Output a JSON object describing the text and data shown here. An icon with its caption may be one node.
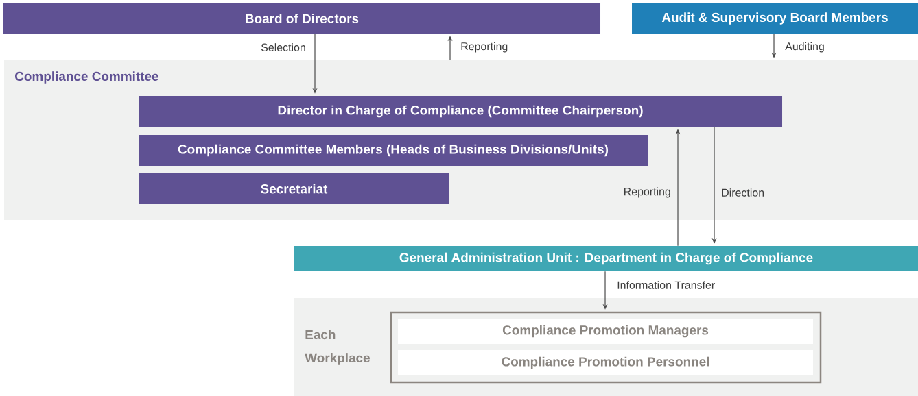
{
  "diagram": {
    "nodes": [
      {
        "text": [
          "Board of Directors"
        ]
      },
      {
        "text": [
          "Audit & Supervisory Board Members"
        ]
      },
      {
        "text": [
          "Compliance Committee"
        ]
      },
      {
        "text": [
          "Director in Charge of Compliance (Committee Chairperson)"
        ],
        "in": 2
      },
      {
        "text": [
          "Compliance Committee Members (Heads of Business Divisions/Units)"
        ],
        "in": 2
      },
      {
        "text": [
          "Secretariat"
        ],
        "in": 2
      },
      {
        "text": [
          "General Administration Unit : Department in Charge of Compliance"
        ]
      },
      {
        "text": [
          "Each Workplace"
        ]
      },
      {
        "text": [],
        "shape": "box",
        "in": 7
      },
      {
        "text": [
          "Compliance Promotion Managers"
        ],
        "in": 8
      },
      {
        "text": [
          "Compliance Promotion Personnel"
        ],
        "in": 8
      }
    ],
    "edges": [
      {
        "from": 0,
        "to": 3,
        "arrow": "to",
        "label": "Selection"
      },
      {
        "from": 2,
        "to": 0,
        "arrow": "to",
        "label": "Reporting"
      },
      {
        "from": 1,
        "to": 2,
        "arrow": "to",
        "label": "Auditing"
      },
      {
        "from": 6,
        "to": 3,
        "arrow": "to",
        "label": "Reporting"
      },
      {
        "from": 3,
        "to": 6,
        "arrow": "to",
        "label": "Direction"
      },
      {
        "from": 6,
        "to": 8,
        "arrow": "to",
        "label": "Information Transfer"
      }
    ]
  }
}
